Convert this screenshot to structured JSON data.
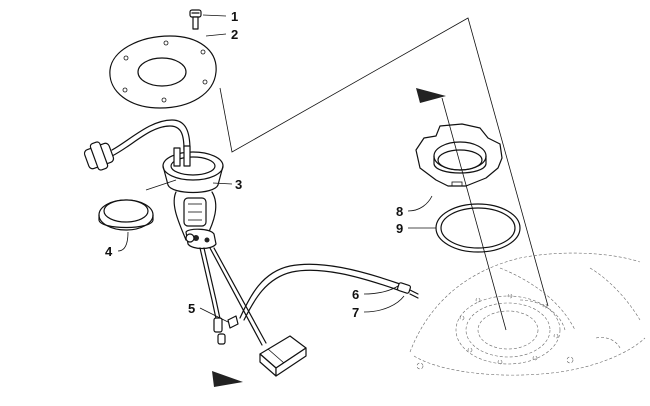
{
  "callouts": [
    {
      "id": "1",
      "label": "1"
    },
    {
      "id": "2",
      "label": "2"
    },
    {
      "id": "3",
      "label": "3"
    },
    {
      "id": "4",
      "label": "4"
    },
    {
      "id": "5",
      "label": "5"
    },
    {
      "id": "6",
      "label": "6"
    },
    {
      "id": "7",
      "label": "7"
    },
    {
      "id": "8",
      "label": "8"
    },
    {
      "id": "9",
      "label": "9"
    }
  ],
  "colors": {
    "ink": "#111111",
    "background": "#ffffff",
    "phantom": "#666666"
  }
}
